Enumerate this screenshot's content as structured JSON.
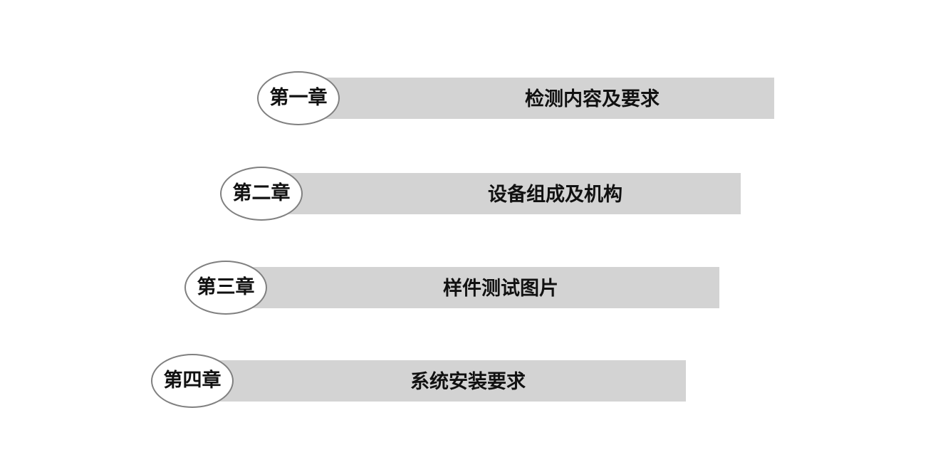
{
  "chapters": [
    {
      "number": "第一章",
      "title": "检测内容及要求"
    },
    {
      "number": "第二章",
      "title": "设备组成及机构"
    },
    {
      "number": "第三章",
      "title": "样件测试图片"
    },
    {
      "number": "第四章",
      "title": "系统安装要求"
    }
  ],
  "colors": {
    "bar": "#d3d3d3",
    "badge_border": "#808080",
    "text": "#111111"
  }
}
